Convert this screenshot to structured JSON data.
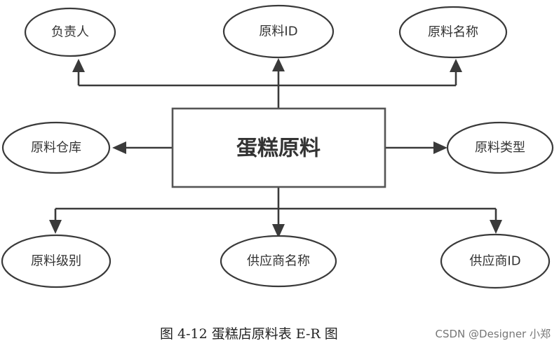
{
  "diagram": {
    "entity": "蛋糕原料",
    "attributes": {
      "person_in_charge": "负责人",
      "material_id": "原料ID",
      "material_name": "原料名称",
      "material_warehouse": "原料仓库",
      "material_type": "原料类型",
      "material_level": "原料级别",
      "supplier_name": "供应商名称",
      "supplier_id": "供应商ID"
    }
  },
  "caption": "图 4-12  蛋糕店原料表 E-R 图",
  "watermark": "CSDN @Designer 小郑",
  "colors": {
    "line": "#3a3a3a",
    "entity_border": "#555555",
    "text": "#333333"
  }
}
